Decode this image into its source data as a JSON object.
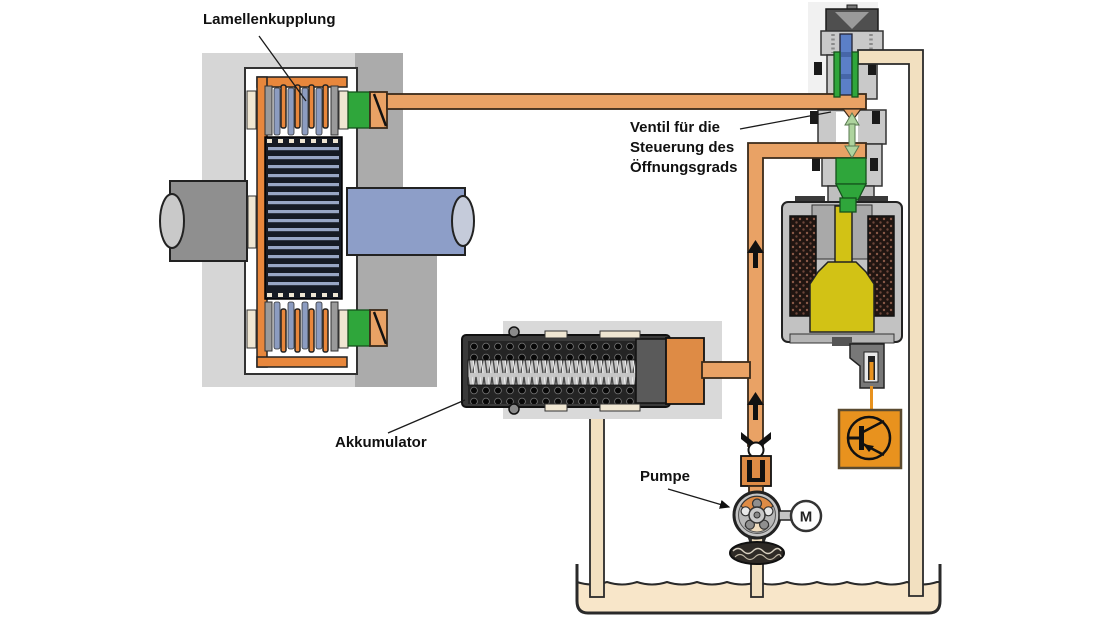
{
  "annotations": {
    "clutch_label": "Lamellenkupplung",
    "valve_label_lines": [
      "Ventil für die",
      "Steuerung des",
      "Öffnungsgrads"
    ],
    "accumulator_label": "Akkumulator",
    "pump_label": "Pumpe",
    "motor_symbol": "M"
  },
  "colors": {
    "pressure_pipe": "#E9A265",
    "pipe_outline": "#3A2A1A",
    "drum_orange": "#E8873C",
    "piston_orange": "#DE8B45",
    "return_pipe": "#F2E0C0",
    "fluid": "#F8E6C9",
    "valve_green": "#2FA63B",
    "arrow_green": "#AED49E",
    "solenoid_yellow": "#D2C215",
    "pin_blue": "#5B7FC7",
    "shaft_blue": "#8D9EC8",
    "plate_blue": "#8C9CC0",
    "hub_stripe": "#98A6C4",
    "transistor_orange": "#E8921E",
    "label_color": "#111111"
  }
}
